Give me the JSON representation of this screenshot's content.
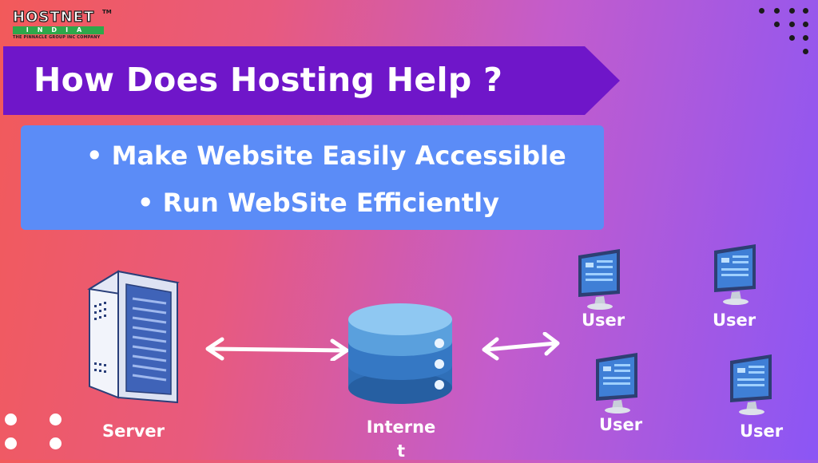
{
  "logo": {
    "word": "HOSTNET",
    "tm": "TM",
    "bar": "INDIA",
    "tagline": "THE PINNACLE GROUP INC COMPANY"
  },
  "title": "How Does Hosting Help ?",
  "bullets": [
    "• Make Website Easily Accessible",
    "• Run WebSite  Efficiently"
  ],
  "diagram": {
    "server_label": "Server",
    "internet_label_line1": "Interne",
    "internet_label_line2": "t",
    "user_labels": [
      "User",
      "User",
      "User",
      "User"
    ]
  },
  "colors": {
    "banner": "#6f16c9",
    "bullet_box": "#5b8cf7",
    "db_top": "#8fc8f2",
    "db_body": "#2f6fb8",
    "logo_green": "#2ea84a"
  }
}
